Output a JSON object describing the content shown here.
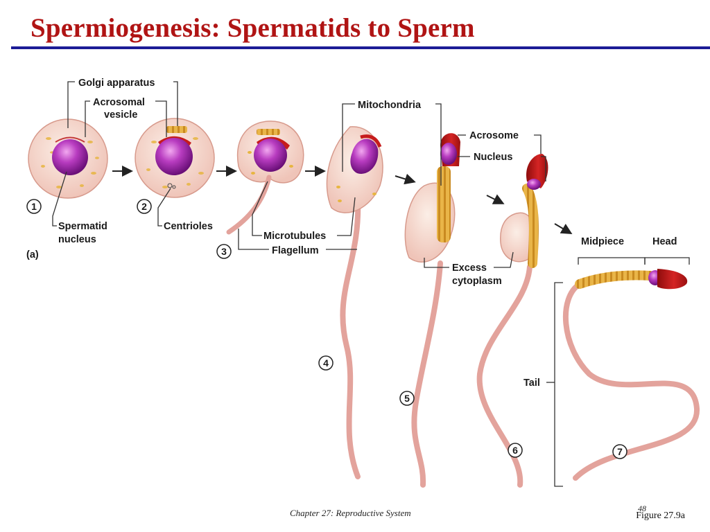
{
  "slide": {
    "title": "Spermiogenesis: Spermatids to Sperm",
    "footer": "Chapter 27: Reproductive System",
    "page_number": "48",
    "figure_ref": "Figure 27.9a"
  },
  "diagram": {
    "panel_label": "(a)",
    "labels": {
      "golgi": "Golgi apparatus",
      "acrosomal_1": "Acrosomal",
      "acrosomal_2": "vesicle",
      "mitochondria": "Mitochondria",
      "acrosome": "Acrosome",
      "nucleus": "Nucleus",
      "spermatid_1": "Spermatid",
      "spermatid_2": "nucleus",
      "centrioles": "Centrioles",
      "microtubules": "Microtubules",
      "flagellum": "Flagellum",
      "excess_1": "Excess",
      "excess_2": "cytoplasm",
      "midpiece": "Midpiece",
      "head": "Head",
      "tail": "Tail"
    },
    "stages": [
      "1",
      "2",
      "3",
      "4",
      "5",
      "6",
      "7"
    ]
  },
  "colors": {
    "title": "#b01414",
    "rule": "#1c1c96",
    "cytoplasm": "#f6d9cf",
    "nucleus": "#a020a8",
    "acrosome": "#c41818",
    "midpiece": "#e8b040",
    "tail": "#e8a8a0"
  }
}
